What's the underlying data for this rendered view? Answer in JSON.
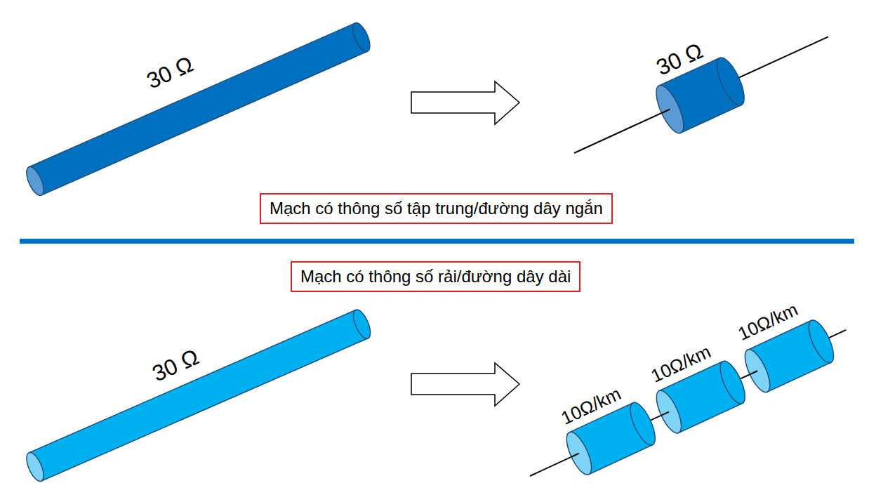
{
  "diagram": {
    "nodes": [
      {
        "text": [
          "Mạch có thông số tập trung/đường dây ngắn"
        ]
      },
      {
        "text": [
          "Mạch có thông số rải/đường dây dài"
        ]
      }
    ],
    "labels": [
      "30 Ω",
      "30 Ω",
      "30 Ω",
      "10Ω/km",
      "10Ω/km",
      "10Ω/km"
    ]
  }
}
